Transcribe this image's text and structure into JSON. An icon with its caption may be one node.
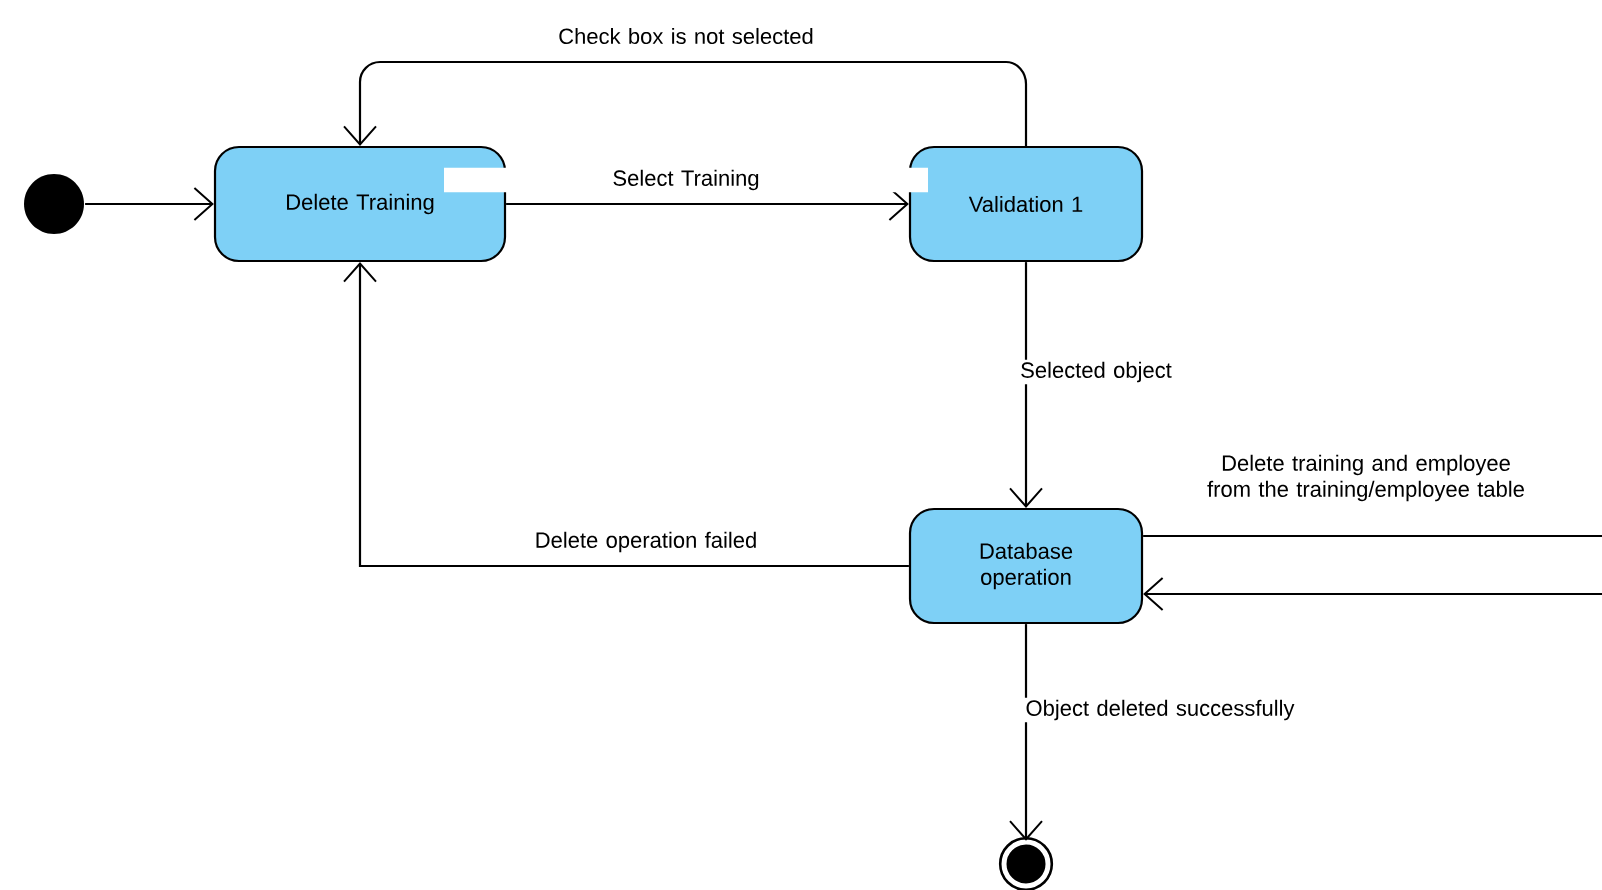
{
  "diagram": {
    "nodes": [
      {
        "text": [],
        "shape": "circle"
      },
      {
        "text": [
          "Delete Training"
        ]
      },
      {
        "text": [
          "Validation 1"
        ]
      },
      {
        "text": [
          "Database operation"
        ]
      },
      {
        "text": [],
        "shape": "circle"
      }
    ],
    "edges": [
      {
        "from": 0,
        "to": 1,
        "arrow": "to"
      },
      {
        "from": 1,
        "to": 2,
        "arrow": "to",
        "label": "Select Training"
      },
      {
        "from": 2,
        "to": 1,
        "arrow": "to",
        "label": "Check box is not selected"
      },
      {
        "from": 2,
        "to": 3,
        "arrow": "to",
        "label": "Selected object"
      },
      {
        "from": 3,
        "to": 1,
        "arrow": "to",
        "label": "Delete operation failed"
      },
      {
        "from": 3,
        "to": null,
        "arrow": "none",
        "label": "Delete training and employee from the training/employee table"
      },
      {
        "from": null,
        "to": 3,
        "arrow": "to"
      },
      {
        "from": 3,
        "to": 4,
        "arrow": "to",
        "label": "Object deleted successfully"
      }
    ]
  }
}
